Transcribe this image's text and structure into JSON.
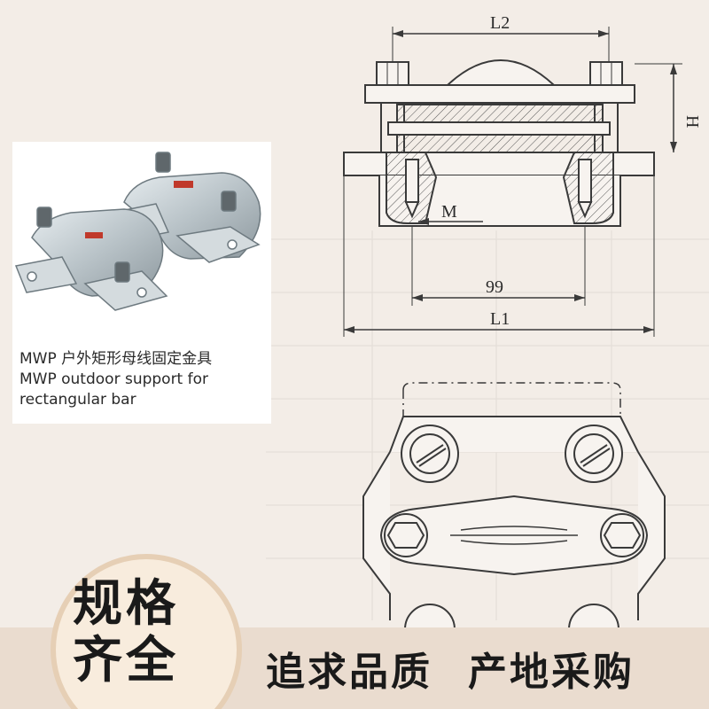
{
  "caption": {
    "line1": "MWP 户外矩形母线固定金具",
    "line2": "MWP outdoor support for",
    "line3": "rectangular bar"
  },
  "drawing_labels": {
    "l2": "L2",
    "h": "H",
    "m": "M",
    "spacing": "99",
    "l1": "L1"
  },
  "badge": {
    "line1": "规格",
    "line2": "齐全"
  },
  "slogan": {
    "part1": "追求品质",
    "part2": "产地采购"
  },
  "colors": {
    "background": "#f3ede7",
    "line": "#3a3a3a",
    "metal": "#c9d2d6",
    "text": "#1a1a1a"
  }
}
